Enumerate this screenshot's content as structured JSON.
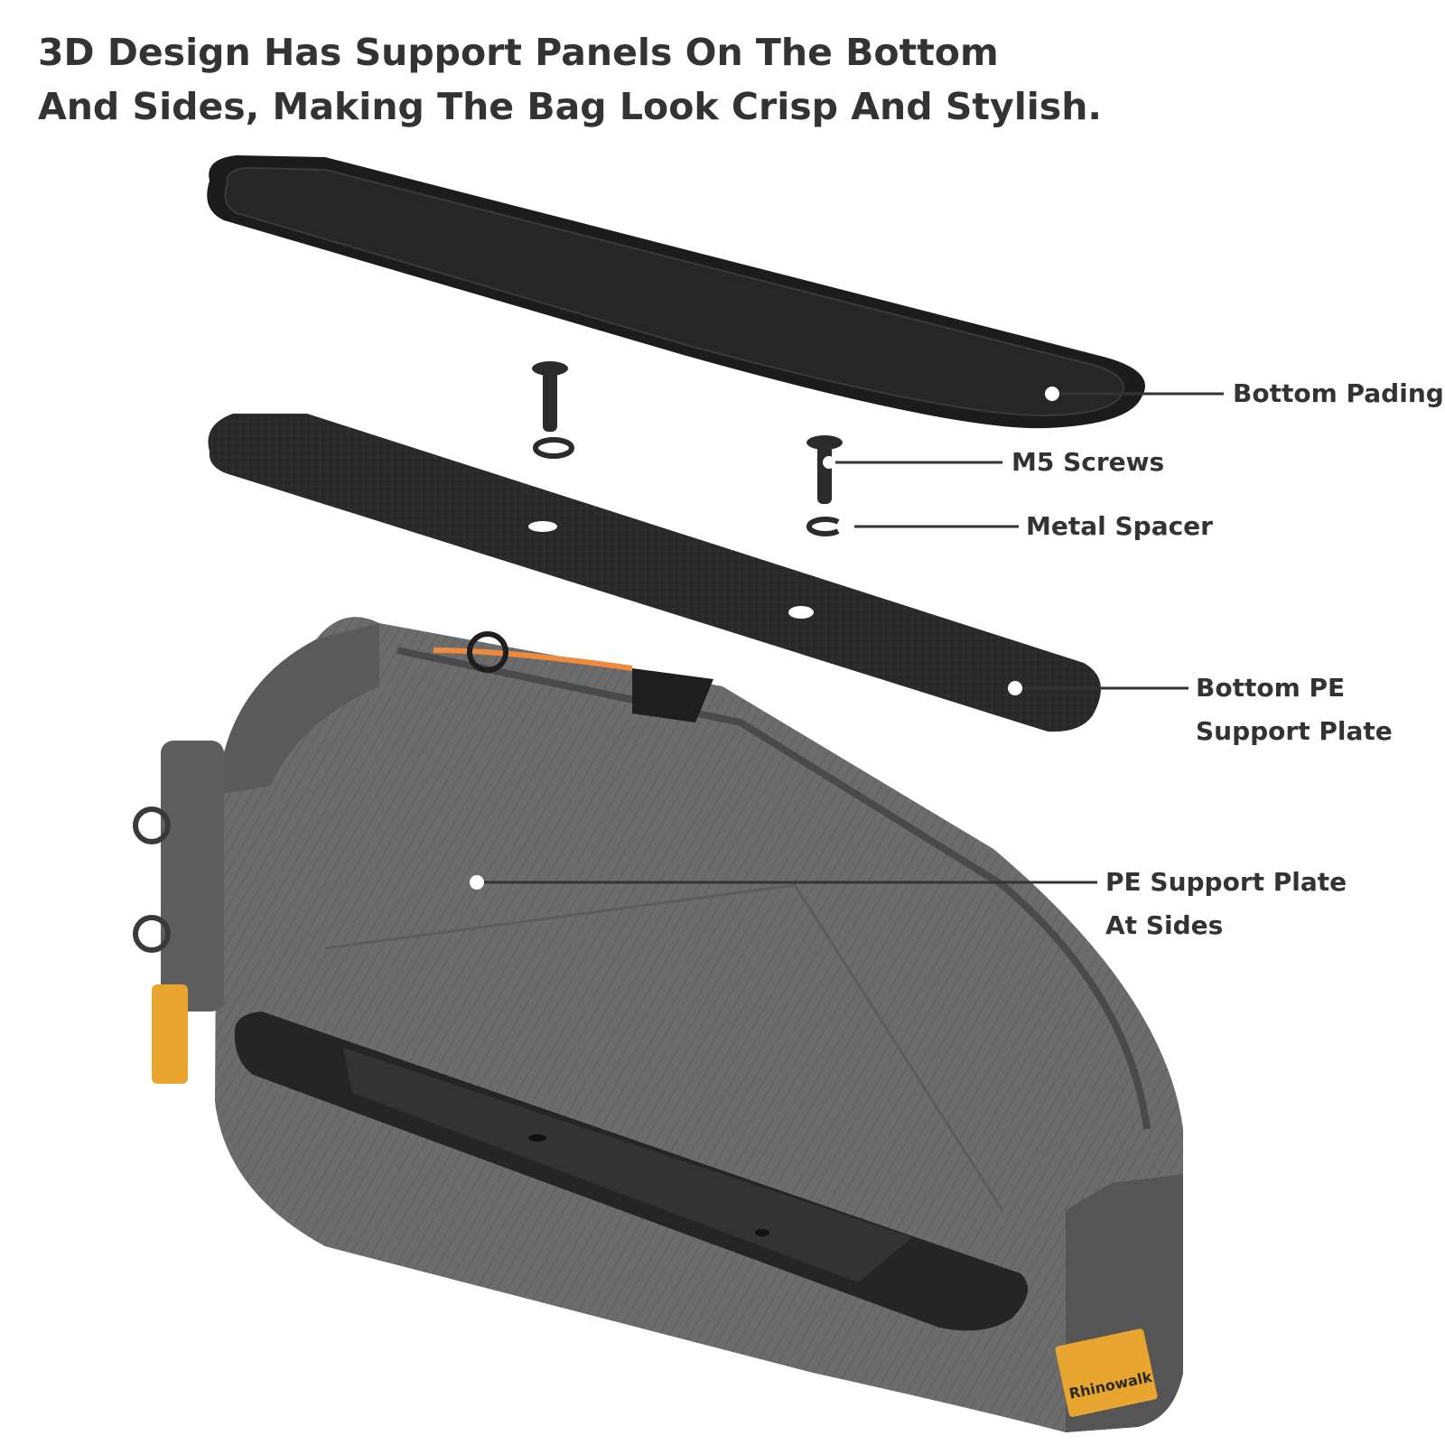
{
  "headline": {
    "line1": "3D Design Has Support Panels On The Bottom",
    "line2": "And Sides, Making The Bag Look Crisp And Stylish."
  },
  "callouts": {
    "bottom_padding": "Bottom Pading",
    "m5_screws": "M5 Screws",
    "metal_spacer": "Metal Spacer",
    "bottom_pe_plate_line1": "Bottom PE",
    "bottom_pe_plate_line2": "Support Plate",
    "side_pe_plate_line1": "PE Support Plate",
    "side_pe_plate_line2": "At Sides"
  },
  "product": {
    "brand_logo_text": "Rhinowalk"
  },
  "colors": {
    "text": "#333333",
    "padding_panel": "#1e1e1e",
    "pe_plate": "#2a2a2a",
    "bag_body": "#6c6c6c",
    "accent_orange": "#f08a3c",
    "brand_tag": "#e8a530"
  }
}
